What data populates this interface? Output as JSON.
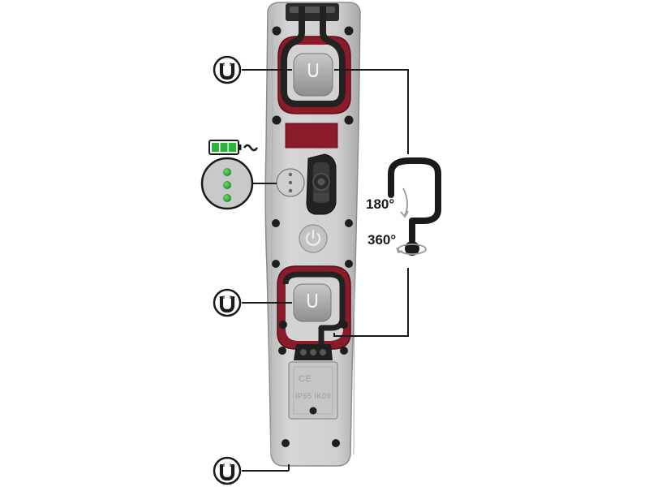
{
  "labels": {
    "rotation_180": "180°",
    "rotation_360": "360°",
    "ce_mark": "CE",
    "ip_rating": "IP65 IK09"
  },
  "colors": {
    "housing": "#c9c9c9",
    "accent": "#8a1c2a",
    "rubber": "#2b2b2b",
    "led_green": "#2db33a",
    "line": "#1a1a1a"
  },
  "icons": [
    "magnet-icon",
    "battery-icon",
    "charge-indicator-icon",
    "power-icon",
    "hook-icon"
  ]
}
